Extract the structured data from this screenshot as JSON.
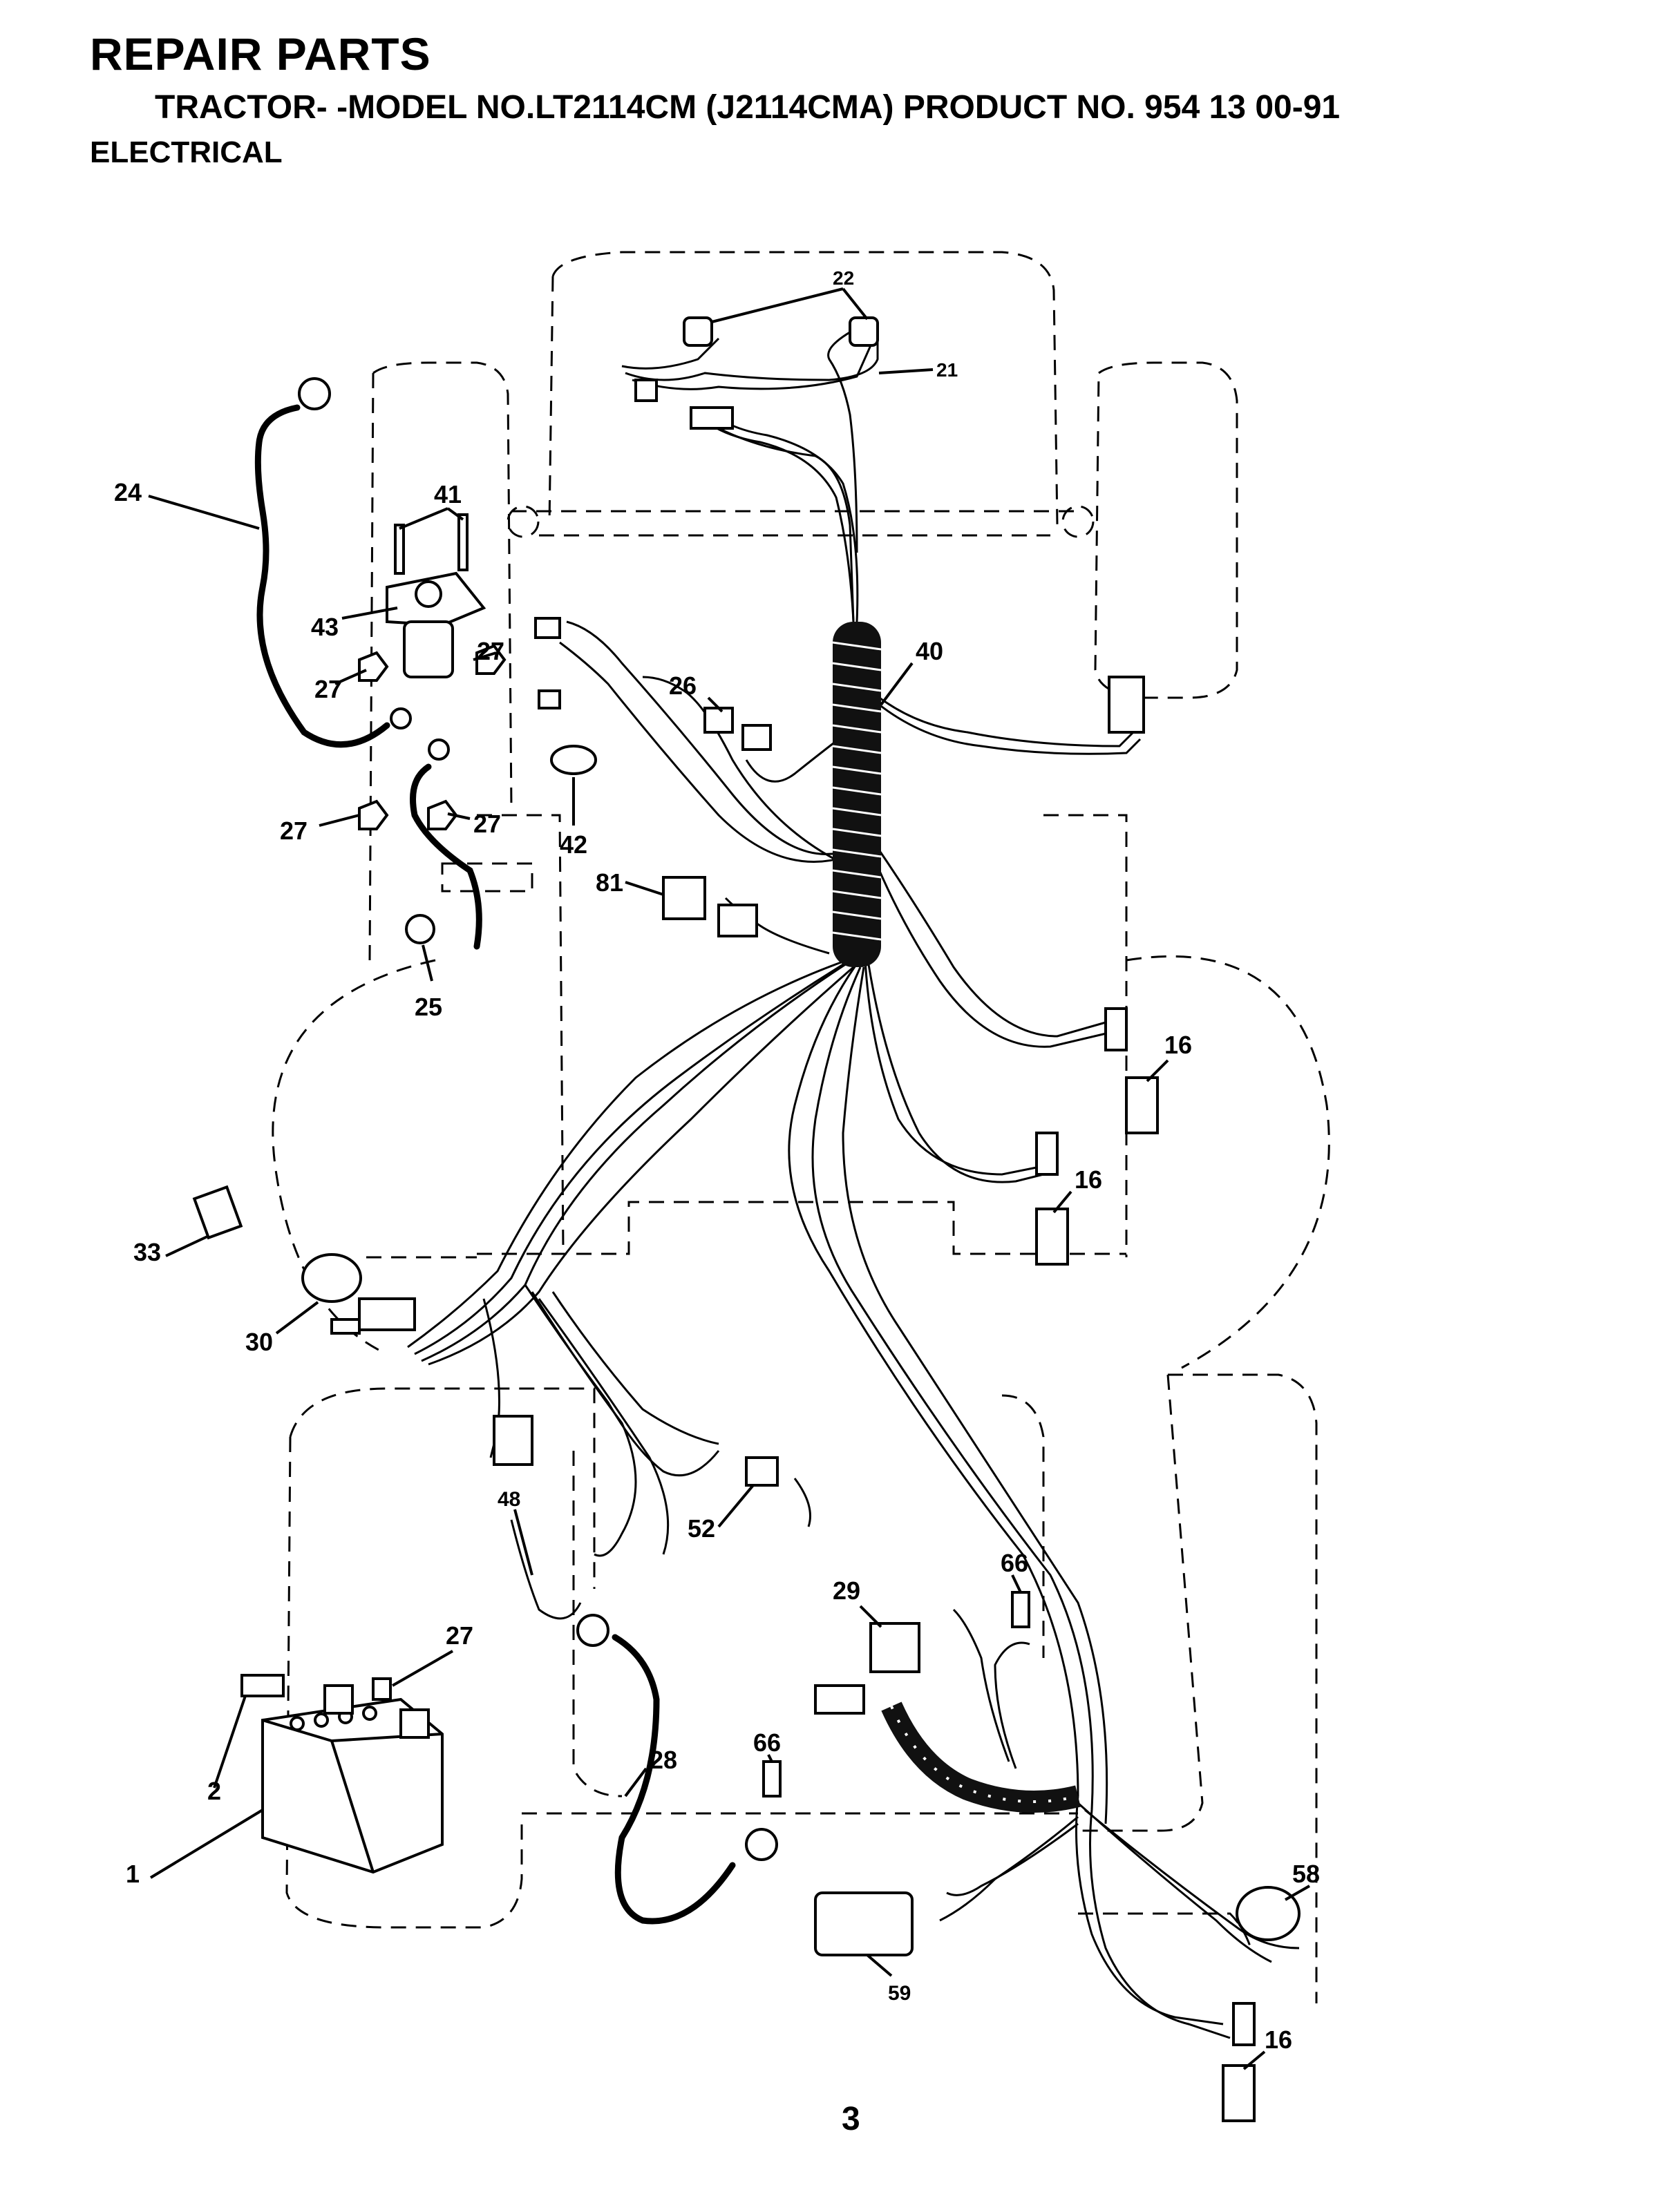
{
  "header": {
    "title": "REPAIR PARTS",
    "subtitle": "TRACTOR- -MODEL NO.LT2114CM (J2114CMA) PRODUCT NO. 954 13 00-91",
    "section": "ELECTRICAL"
  },
  "callouts": {
    "c1": "1",
    "c2": "2",
    "c16a": "16",
    "c16b": "16",
    "c16c": "16",
    "c21": "21",
    "c22": "22",
    "c24": "24",
    "c25": "25",
    "c26": "26",
    "c27a": "27",
    "c27b": "27",
    "c27c": "27",
    "c27d": "27",
    "c27e": "27",
    "c28": "28",
    "c29": "29",
    "c30": "30",
    "c33": "33",
    "c40": "40",
    "c41": "41",
    "c42": "42",
    "c43": "43",
    "c48": "48",
    "c52": "52",
    "c58": "58",
    "c59": "59",
    "c66a": "66",
    "c66b": "66",
    "c81": "81"
  },
  "footer": {
    "page_number": "3"
  }
}
